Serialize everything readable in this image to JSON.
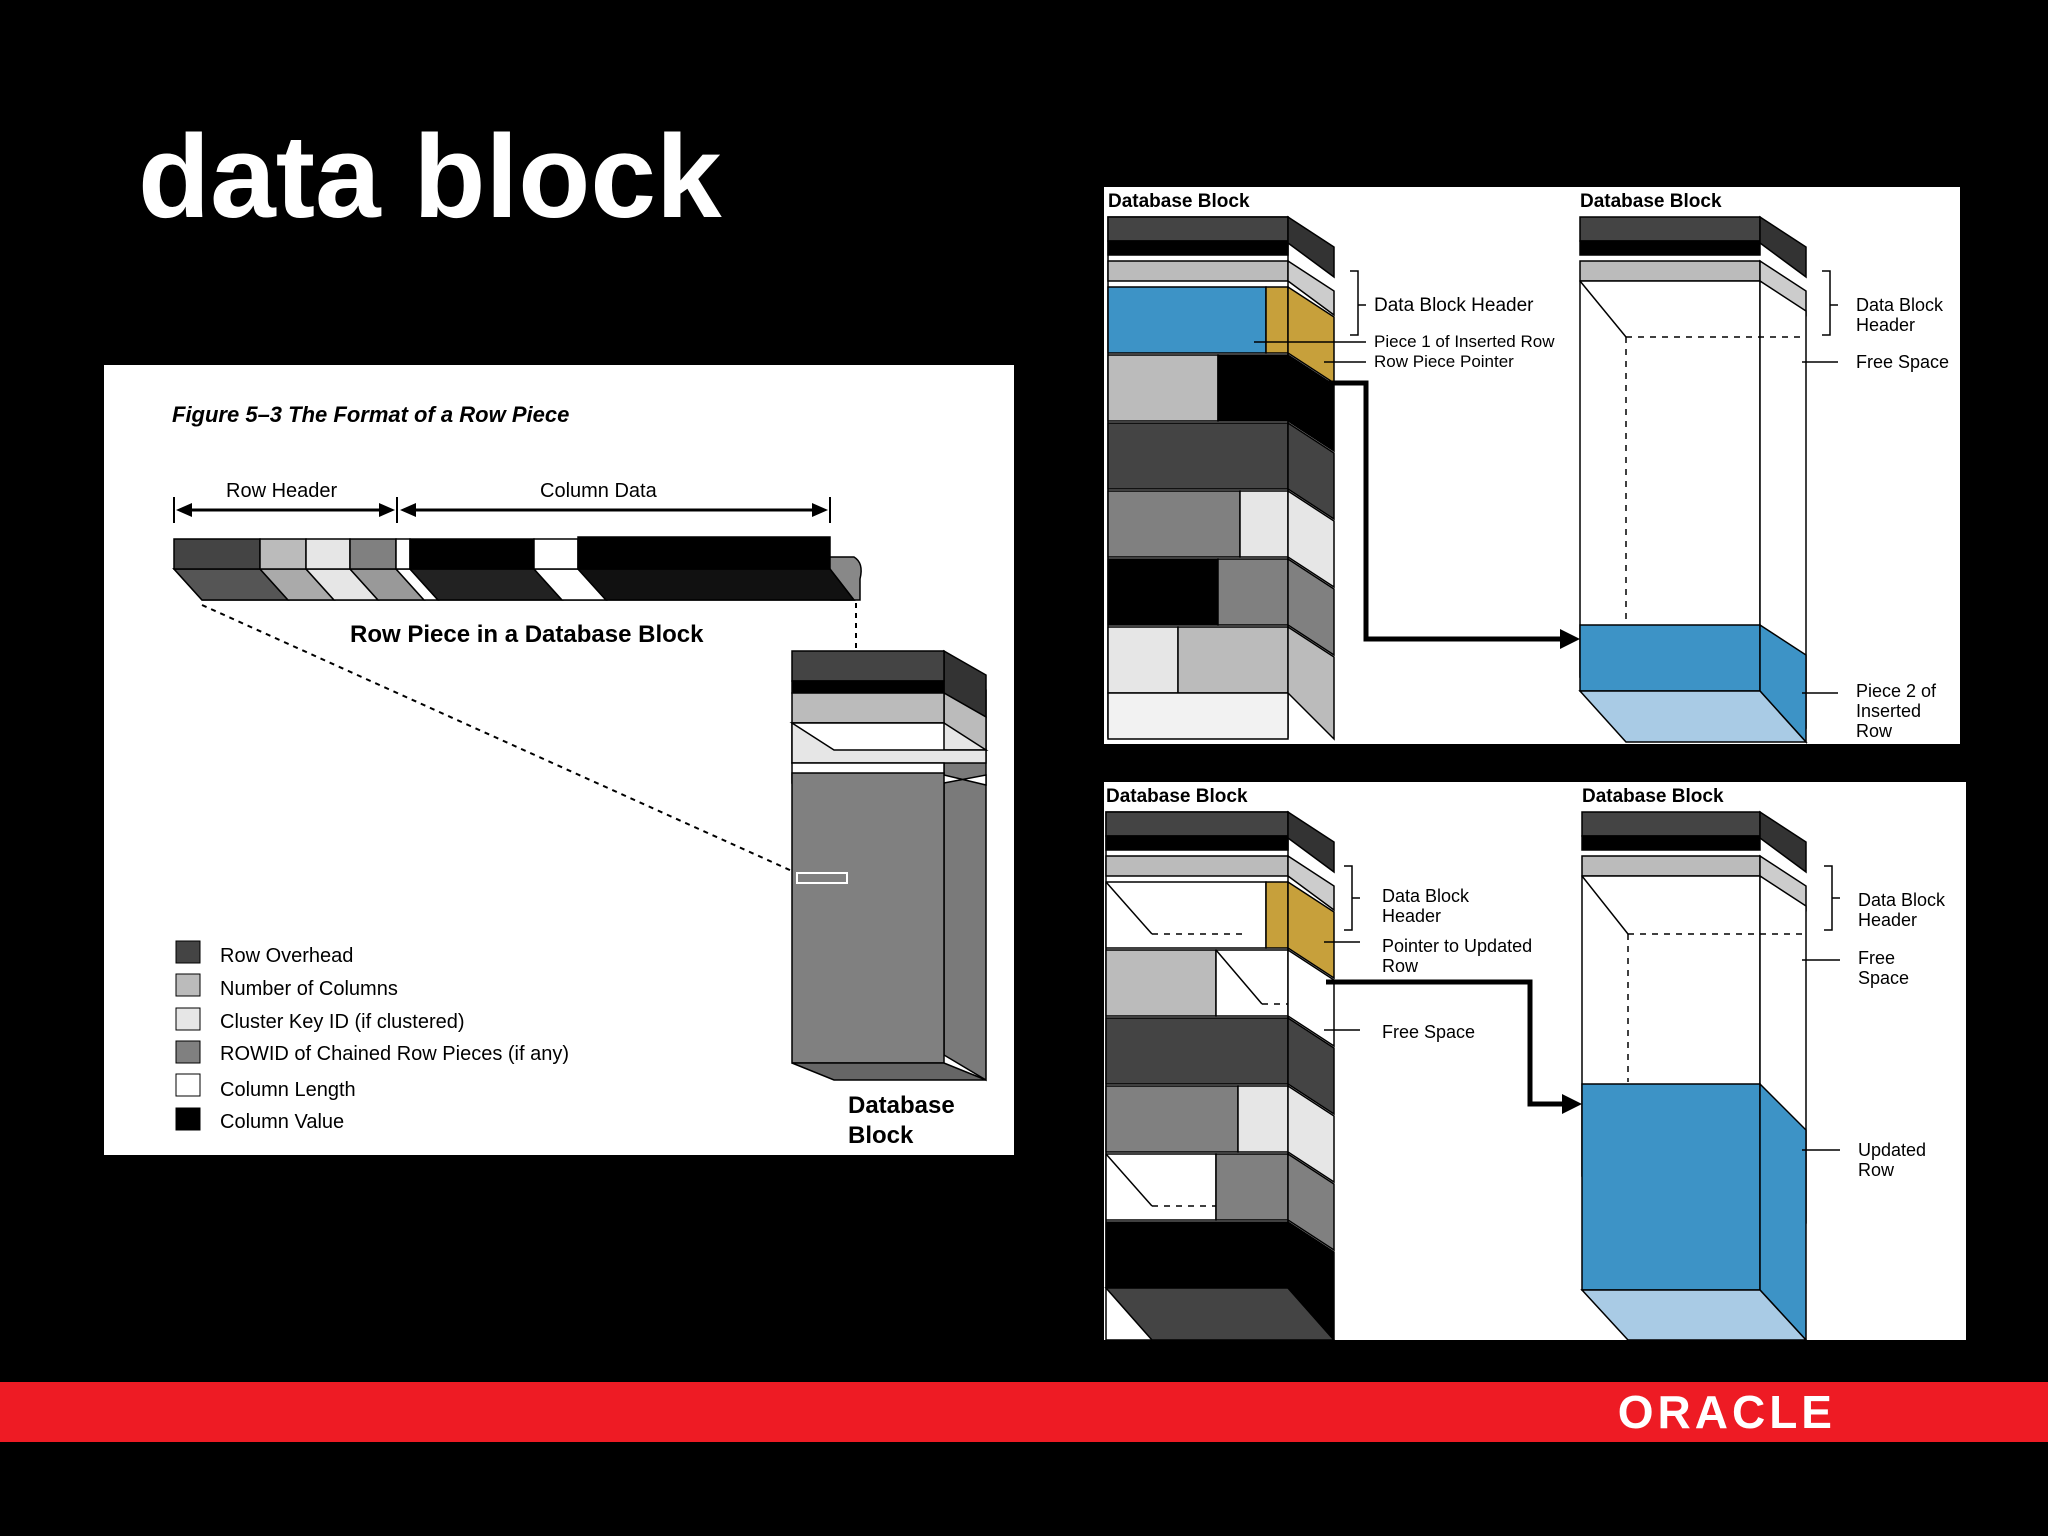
{
  "slide": {
    "title": "data block"
  },
  "figure_row_piece": {
    "caption": "Figure 5–3    The Format of a Row Piece",
    "row_header_label": "Row Header",
    "column_data_label": "Column Data",
    "row_piece_label": "Row Piece in a Database Block",
    "database_block_label_1": "Database",
    "database_block_label_2": "Block",
    "legend": [
      {
        "label": "Row Overhead",
        "color": "#444444"
      },
      {
        "label": "Number of Columns",
        "color": "#bbbbbb"
      },
      {
        "label": "Cluster Key ID (if clustered)",
        "color": "#e6e6e6"
      },
      {
        "label": "ROWID of Chained Row Pieces (if any)",
        "color": "#808080"
      },
      {
        "label": "Column Length",
        "color": "#ffffff"
      },
      {
        "label": "Column Value",
        "color": "#000000"
      }
    ]
  },
  "figure_inserted": {
    "left_block_title": "Database Block",
    "right_block_title": "Database Block",
    "labels": {
      "header_left": "Data Block Header",
      "piece1": "Piece 1 of Inserted Row",
      "pointer": "Row Piece Pointer",
      "header_right_1": "Data Block",
      "header_right_2": "Header",
      "free_space": "Free Space",
      "piece2_1": "Piece 2 of",
      "piece2_2": "Inserted",
      "piece2_3": "Row"
    }
  },
  "figure_updated": {
    "left_block_title": "Database Block",
    "right_block_title": "Database Block",
    "labels": {
      "header_left_1": "Data Block",
      "header_left_2": "Header",
      "pointer_1": "Pointer to Updated",
      "pointer_2": "Row",
      "free_space_left": "Free Space",
      "header_right_1": "Data Block",
      "header_right_2": "Header",
      "free_right_1": "Free",
      "free_right_2": "Space",
      "updated_1": "Updated",
      "updated_2": "Row"
    }
  },
  "footer": {
    "logo": "ORACLE",
    "color": "#ee1b24"
  }
}
